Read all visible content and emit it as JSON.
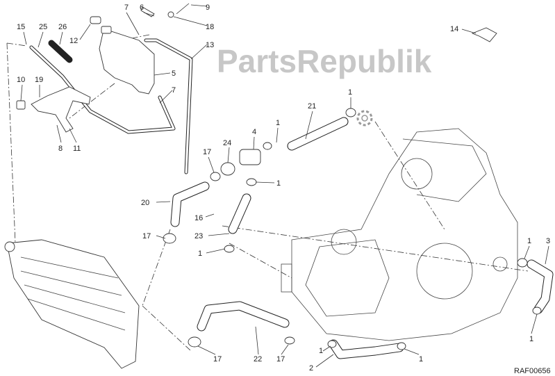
{
  "diagram": {
    "watermark": "PartsRepublik",
    "reference_code": "RAF00656",
    "labels": [
      "15",
      "25",
      "26",
      "12",
      "7",
      "6",
      "9",
      "18",
      "13",
      "5",
      "10",
      "19",
      "7",
      "8",
      "11",
      "14",
      "1",
      "21",
      "1",
      "4",
      "24",
      "17",
      "1",
      "20",
      "16",
      "17",
      "23",
      "1",
      "1",
      "3",
      "1",
      "17",
      "22",
      "17",
      "1",
      "2",
      "1"
    ]
  }
}
